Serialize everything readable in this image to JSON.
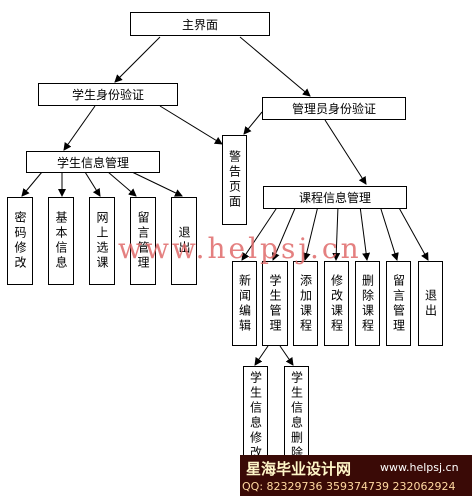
{
  "nodes": {
    "main": "主界面",
    "student_auth": "学生身份验证",
    "admin_auth": "管理员身份验证",
    "student_info": "学生信息管理",
    "warning": "警告页面",
    "course_info": "课程信息管理",
    "s_pwd": "密码修改",
    "s_basic": "基本信息",
    "s_online": "网上选课",
    "s_msg": "留言管理",
    "s_exit": "退出",
    "a_news": "新闻编辑",
    "a_student": "学生管理",
    "a_add": "添加课程",
    "a_edit": "修改课程",
    "a_del": "删除课程",
    "a_msg": "留言管理",
    "a_exit": "退出",
    "st_edit": "学生信息修改",
    "st_del": "学生信息删除"
  },
  "watermark": "www.helpsj.cn",
  "banner": {
    "brand": "星海毕业设计网",
    "url": "www.helpsj.cn",
    "qq": "QQ: 82329736  359374739  232062924"
  }
}
